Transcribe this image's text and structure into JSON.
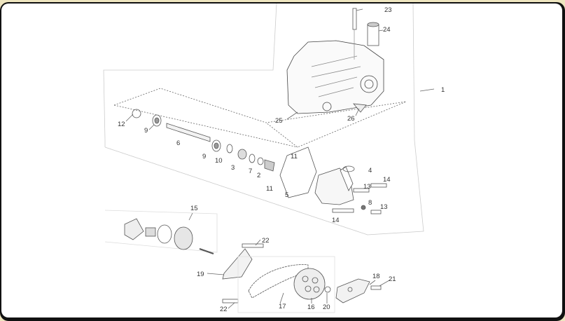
{
  "diagram": {
    "type": "exploded-parts-diagram",
    "callouts": [
      "23",
      "24",
      "1",
      "25",
      "26",
      "12",
      "9",
      "6",
      "9",
      "10",
      "3",
      "7",
      "2",
      "11",
      "11",
      "5",
      "4",
      "14",
      "13",
      "8",
      "13",
      "14",
      "15",
      "22",
      "19",
      "22",
      "17",
      "16",
      "20",
      "18",
      "21"
    ]
  }
}
